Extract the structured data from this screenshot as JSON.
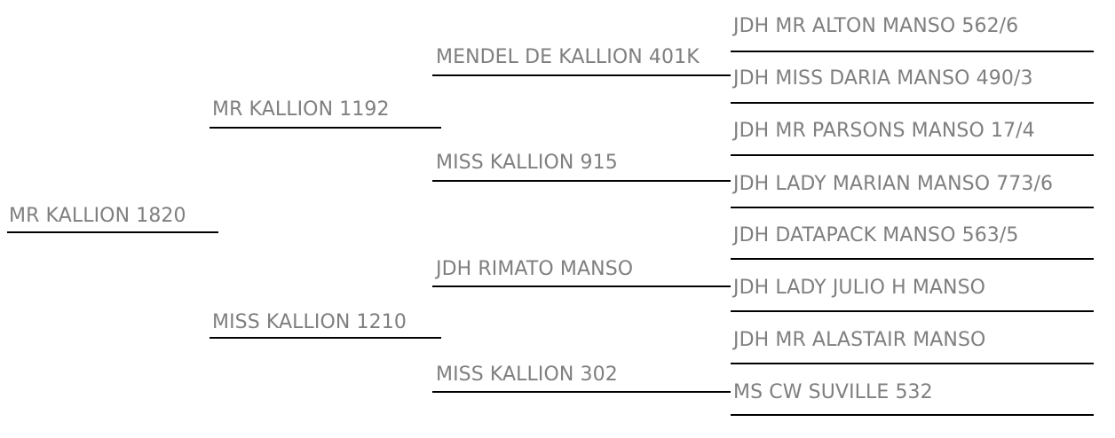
{
  "chart": {
    "type": "pedigree-tree",
    "generations": 4,
    "text_color": "#7f7f7f",
    "rule_color": "#000000",
    "background": "#ffffff"
  },
  "generation1": {
    "root": "MR KALLION 1820"
  },
  "generation2": {
    "sire": "MR KALLION 1192",
    "dam": "MISS KALLION 1210"
  },
  "generation3": {
    "sire_sire": "MENDEL DE KALLION 401K",
    "sire_dam": "MISS KALLION 915",
    "dam_sire": "JDH RIMATO MANSO",
    "dam_dam": "MISS KALLION 302"
  },
  "generation4": {
    "rows": [
      "JDH MR ALTON MANSO 562/6",
      "JDH MISS DARIA MANSO 490/3",
      "JDH MR PARSONS MANSO 17/4",
      "JDH LADY MARIAN MANSO 773/6",
      "JDH DATAPACK MANSO 563/5",
      "JDH LADY JULIO H MANSO",
      "JDH MR ALASTAIR MANSO",
      "MS CW SUVILLE 532"
    ]
  }
}
